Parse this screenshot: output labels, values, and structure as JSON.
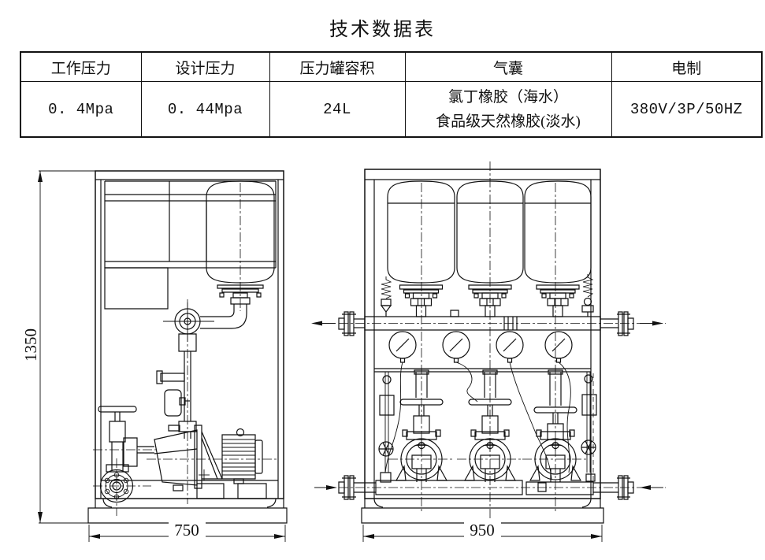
{
  "title": "技术数据表",
  "table": {
    "headers": [
      "工作压力",
      "设计压力",
      "压力罐容积",
      "气囊",
      "电制"
    ],
    "row": {
      "working_pressure": "0. 4Mpa",
      "design_pressure": "0. 44Mpa",
      "tank_volume": "24L",
      "bladder_line1": "氯丁橡胶（海水）",
      "bladder_line2": "食品级天然橡胶(淡水)",
      "electrical": "380V/3P/50HZ"
    }
  },
  "drawings": {
    "left_unit": {
      "height_dim": "1350",
      "width_dim": "750"
    },
    "right_unit": {
      "width_dim": "950"
    }
  }
}
